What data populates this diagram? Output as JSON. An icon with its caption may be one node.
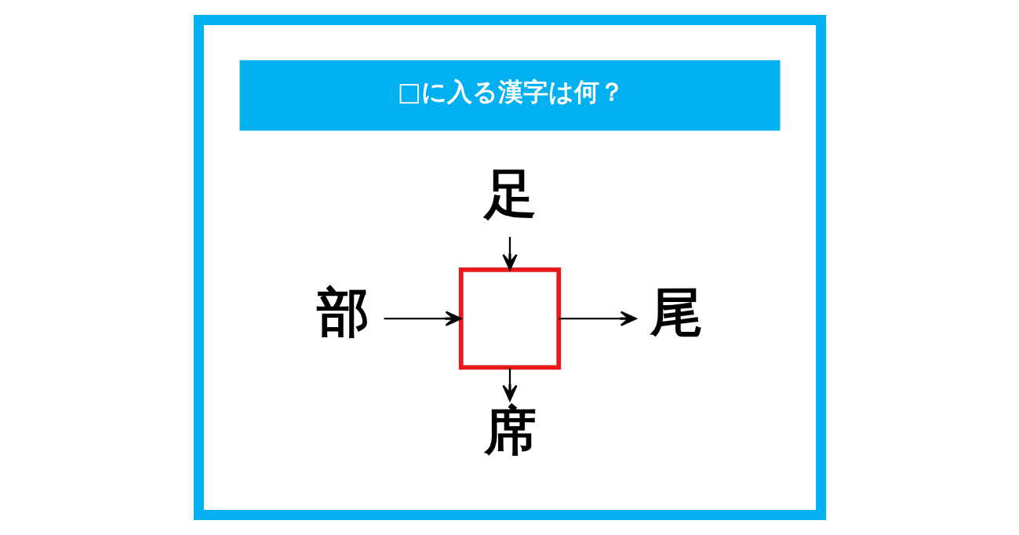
{
  "diagram": {
    "nodes": [
      {
        "text": [],
        "shape": "box"
      },
      {
        "text": [
          "□に入る漢字は何？"
        ],
        "in": 0
      },
      {
        "text": [
          "足"
        ],
        "in": 0
      },
      {
        "text": [
          "部"
        ],
        "in": 0
      },
      {
        "text": [],
        "shape": "box",
        "in": 0
      },
      {
        "text": [
          "尾"
        ],
        "in": 0
      },
      {
        "text": [
          "席"
        ],
        "in": 0
      }
    ],
    "edges": [
      {
        "from": 2,
        "to": 4,
        "arrow": "to"
      },
      {
        "from": 3,
        "to": 4,
        "arrow": "to"
      },
      {
        "from": 4,
        "to": 5,
        "arrow": "to"
      },
      {
        "from": 4,
        "to": 6,
        "arrow": "to"
      }
    ]
  }
}
